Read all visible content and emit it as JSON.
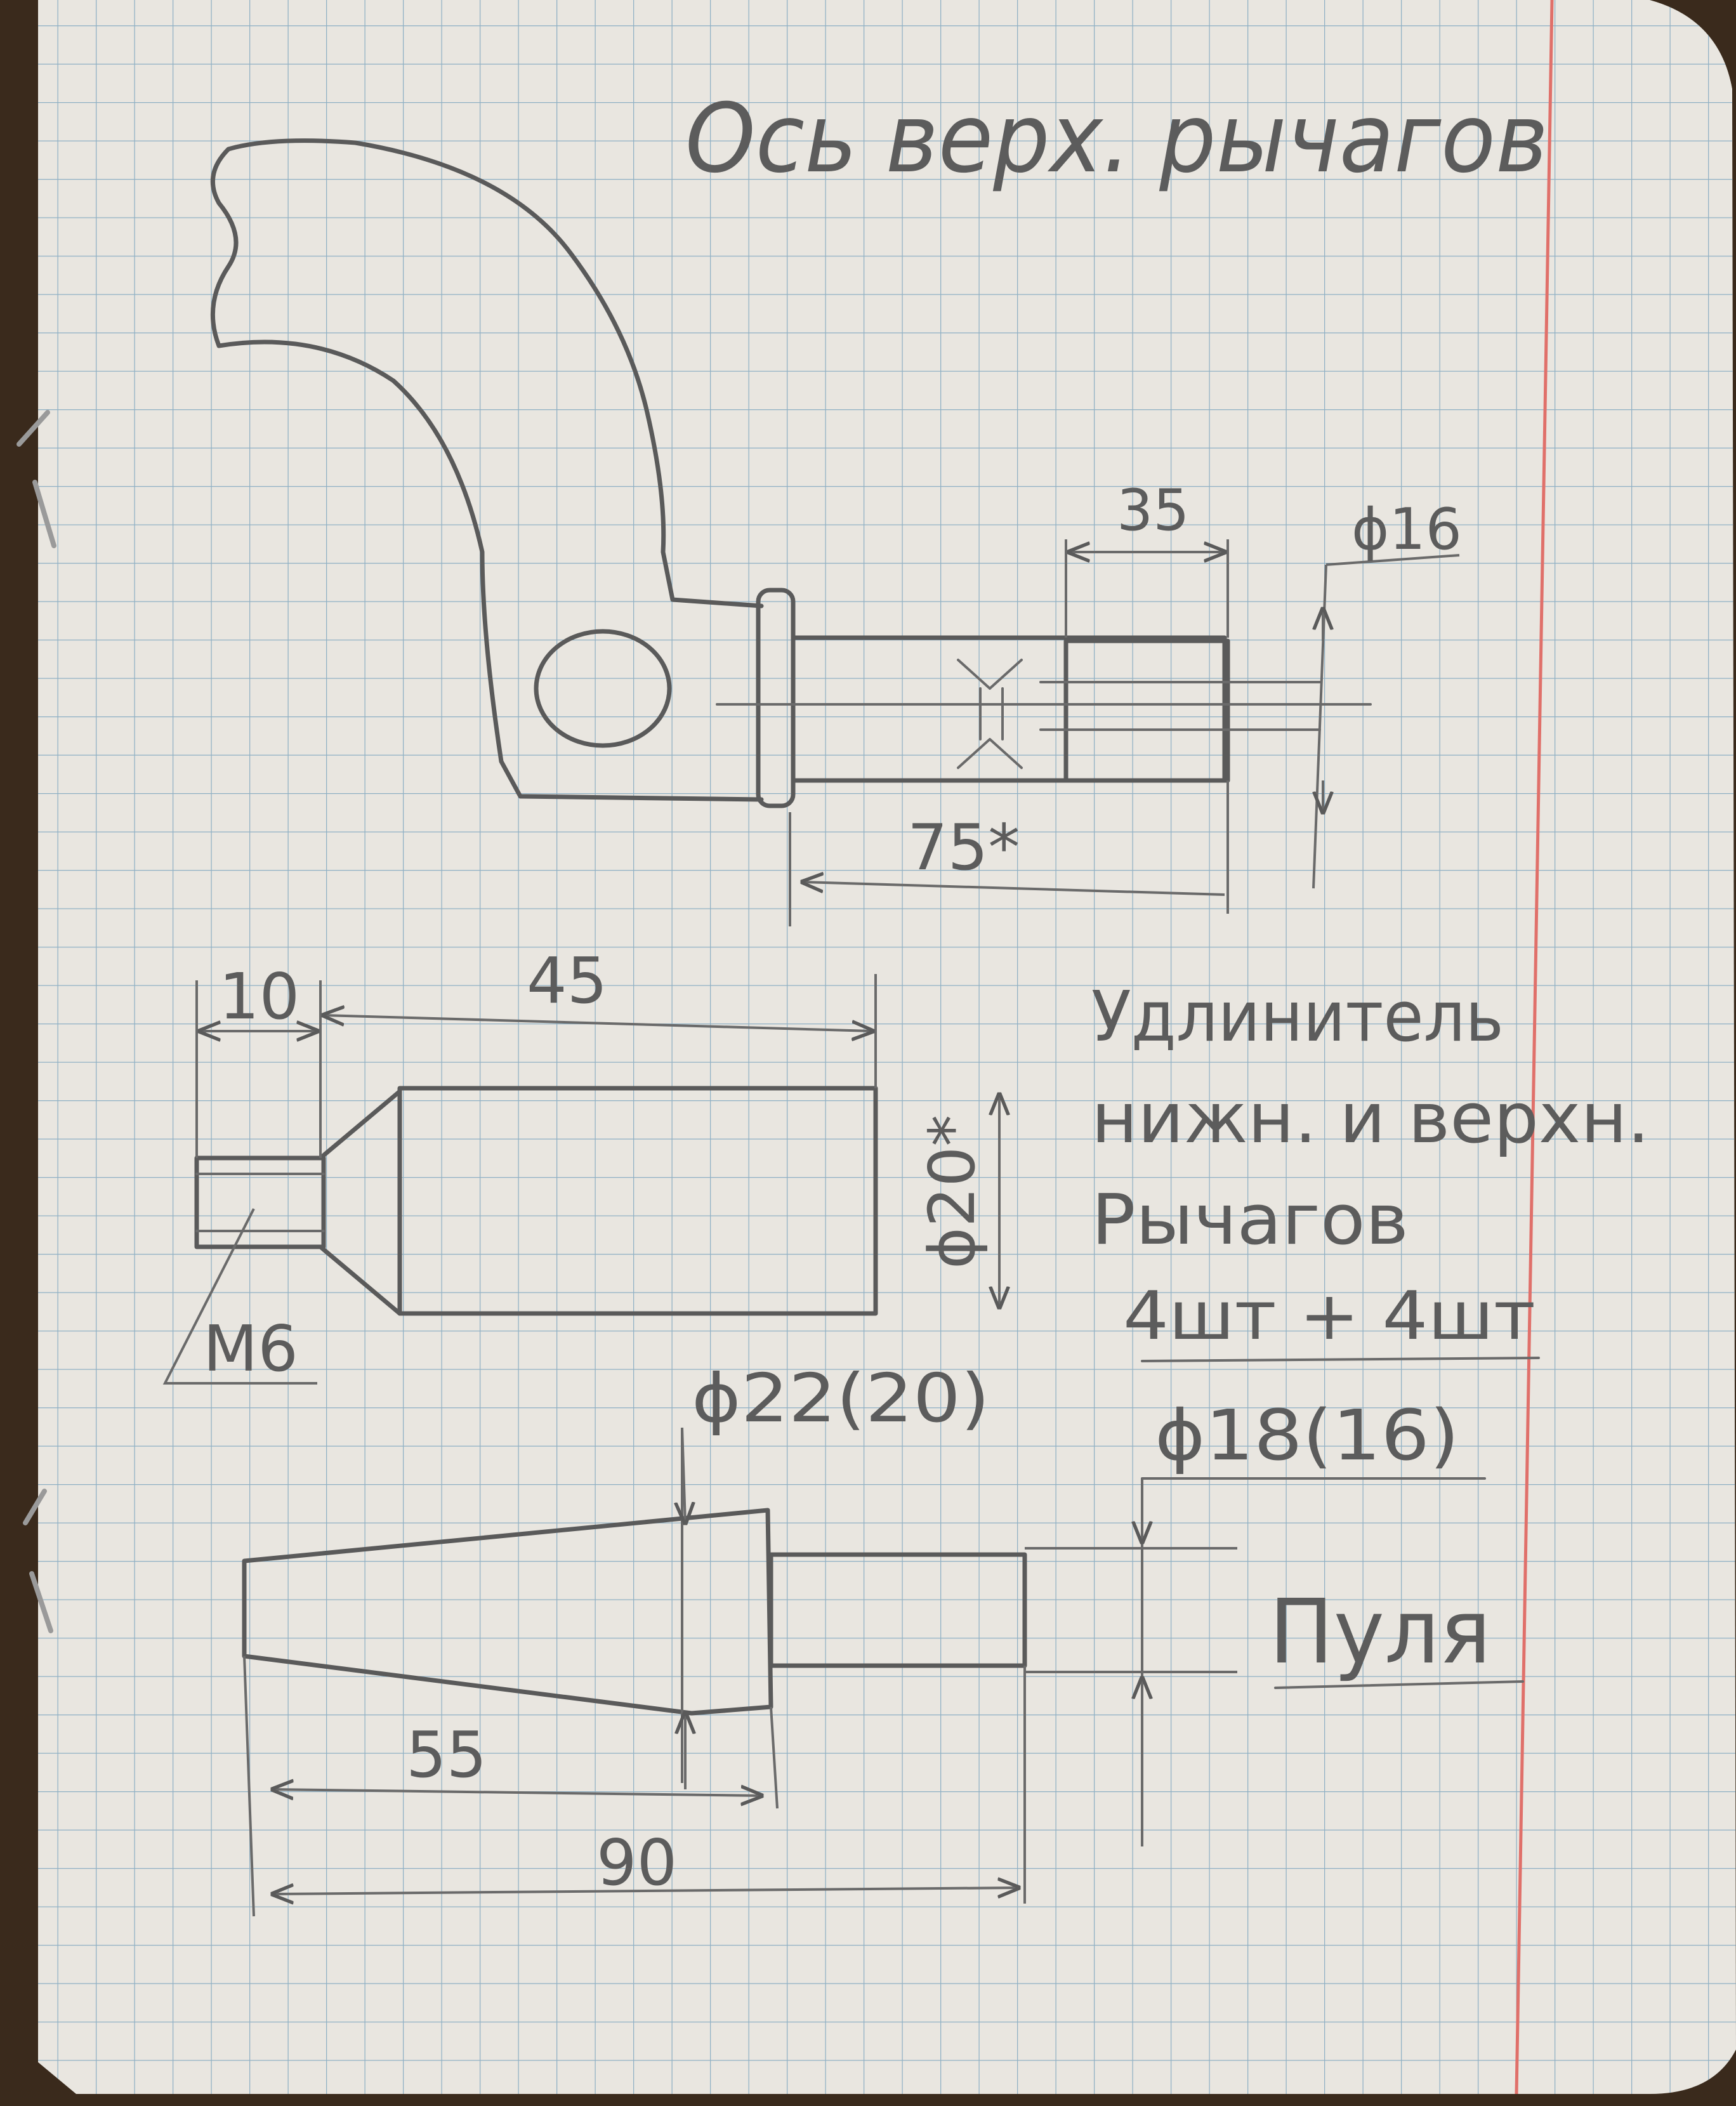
{
  "colors": {
    "paper": "#e9e6e0",
    "grid": "#8fb0c4",
    "margin_line": "#e0706a",
    "pencil": "#5a5a5a",
    "background": "#3a2a1c"
  },
  "sheet": {
    "title": "Ось верх. рычагов"
  },
  "drawing1": {
    "dim_length": "35",
    "dim_diameter": "ϕ16",
    "dim_total": "75*"
  },
  "drawing2": {
    "dim_thread_len": "10",
    "dim_body_len": "45",
    "dim_diameter": "ϕ20*",
    "thread_label": "M6"
  },
  "extender_note": {
    "line1": "Удлинитель",
    "line2": "нижн. и верхн.",
    "line3": "Рычагов",
    "quantity": "4шт + 4шт",
    "diameter": "ϕ18(16)"
  },
  "drawing3": {
    "dim_big_diameter": "ϕ22(20)",
    "dim_cone_len": "55",
    "dim_total": "90",
    "label": "Пуля"
  }
}
